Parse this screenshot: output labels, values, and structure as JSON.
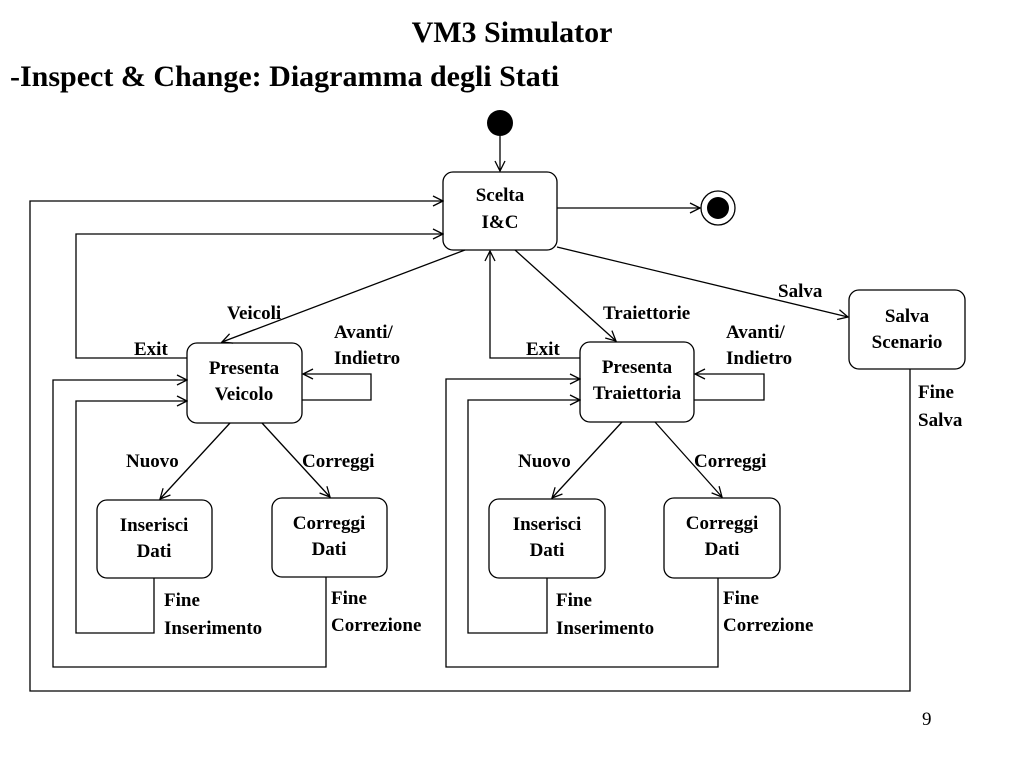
{
  "slide": {
    "title": "VM3 Simulator",
    "subtitle": "-Inspect & Change: Diagramma degli Stati",
    "page_number": "9"
  },
  "states": {
    "scelta": [
      "Scelta",
      "I&C"
    ],
    "presenta_veicolo": [
      "Presenta",
      "Veicolo"
    ],
    "inserisci_dati_1": [
      "Inserisci",
      "Dati"
    ],
    "correggi_dati_1": [
      "Correggi",
      "Dati"
    ],
    "presenta_traiettoria": [
      "Presenta",
      "Traiettoria"
    ],
    "inserisci_dati_2": [
      "Inserisci",
      "Dati"
    ],
    "correggi_dati_2": [
      "Correggi",
      "Dati"
    ],
    "salva_scenario": [
      "Salva",
      "Scenario"
    ]
  },
  "labels": {
    "veicoli": "Veicoli",
    "traiettorie": "Traiettorie",
    "salva": "Salva",
    "exit_1": "Exit",
    "exit_2": "Exit",
    "avanti_1": [
      "Avanti/",
      "Indietro"
    ],
    "avanti_2": [
      "Avanti/",
      "Indietro"
    ],
    "nuovo_1": "Nuovo",
    "nuovo_2": "Nuovo",
    "correggi_1": "Correggi",
    "correggi_2": "Correggi",
    "fine_ins_1": [
      "Fine",
      "Inserimento"
    ],
    "fine_corr_1": [
      "Fine",
      "Correzione"
    ],
    "fine_ins_2": [
      "Fine",
      "Inserimento"
    ],
    "fine_corr_2": [
      "Fine",
      "Correzione"
    ],
    "fine_salva": [
      "Fine",
      "Salva"
    ]
  }
}
